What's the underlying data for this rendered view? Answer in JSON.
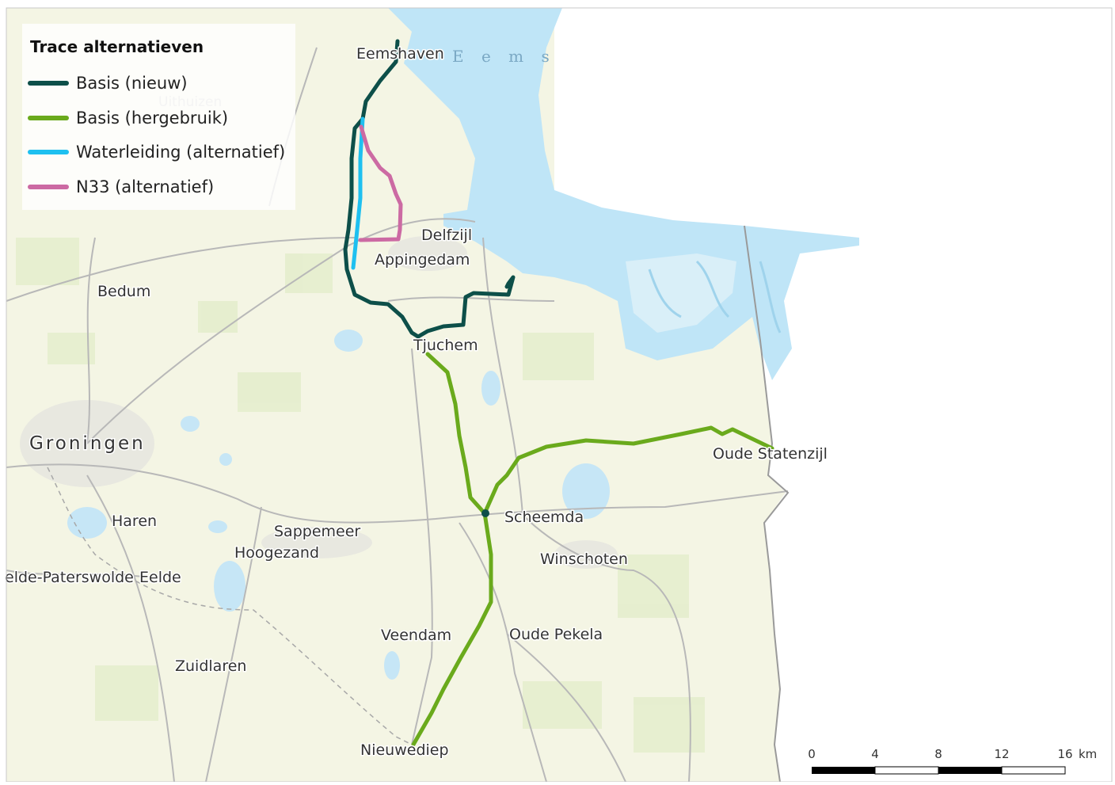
{
  "legend": {
    "title": "Trace alternatieven",
    "items": [
      {
        "label": "Basis (nieuw)",
        "color": "#0d4f49"
      },
      {
        "label": "Basis (hergebruik)",
        "color": "#6aaa1c"
      },
      {
        "label": "Waterleiding (alternatief)",
        "color": "#1ec0f0"
      },
      {
        "label": "N33 (alternatief)",
        "color": "#cc6aa3"
      }
    ]
  },
  "water_label": "E e m s",
  "places": {
    "eemshaven": "Eemshaven",
    "uithuizen": "Uithuizen",
    "delfzijl": "Delfzijl",
    "appingedam": "Appingedam",
    "bedum": "Bedum",
    "tjuchem": "Tjuchem",
    "groningen": "Groningen",
    "oude_statenzijl": "Oude Statenzijl",
    "haren": "Haren",
    "sappemeer": "Sappemeer",
    "scheemda": "Scheemda",
    "hoogezand": "Hoogezand",
    "winschoten": "Winschoten",
    "eelde_paterswolde": "elde-Paterswolde",
    "eelde": "Eelde",
    "veendam": "Veendam",
    "oude_pekela": "Oude Pekela",
    "zuidlaren": "Zuidlaren",
    "nieuwediep": "Nieuwediep"
  },
  "scale_bar": {
    "ticks": [
      "0",
      "4",
      "8",
      "12",
      "16"
    ],
    "unit": "km"
  },
  "colors": {
    "land": "#f4f5e4",
    "water": "#c6e6f6",
    "sea": "#aee0f6",
    "road": "#b9b9b9",
    "fields": "#e2ecc8"
  }
}
